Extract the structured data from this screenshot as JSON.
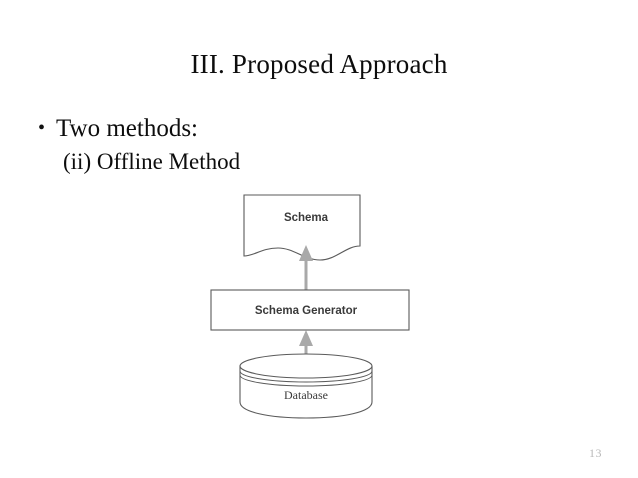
{
  "slide": {
    "title": "III. Proposed Approach",
    "background_color": "#ffffff",
    "page_number": "13"
  },
  "body": {
    "bullet_marker": "•",
    "bullet_text": "Two methods:",
    "sub_line": "(ii) Offline Method"
  },
  "diagram": {
    "name": "offline-method-flow",
    "orientation": "bottom-to-top",
    "line_color": "#555555",
    "arrow_color": "#a6a6a6",
    "label_color": "#3a3a3a",
    "nodes": [
      {
        "id": "schema",
        "label": "Schema",
        "shape": "document",
        "order": 3
      },
      {
        "id": "schema-generator",
        "label": "Schema Generator",
        "shape": "rectangle",
        "order": 2
      },
      {
        "id": "database",
        "label": "Database",
        "shape": "cylinder",
        "order": 1
      }
    ],
    "arrows": [
      {
        "id": "db-to-generator",
        "from": "database",
        "to": "schema-generator",
        "direction": "up"
      },
      {
        "id": "generator-to-schema",
        "from": "schema-generator",
        "to": "schema",
        "direction": "up"
      }
    ]
  }
}
